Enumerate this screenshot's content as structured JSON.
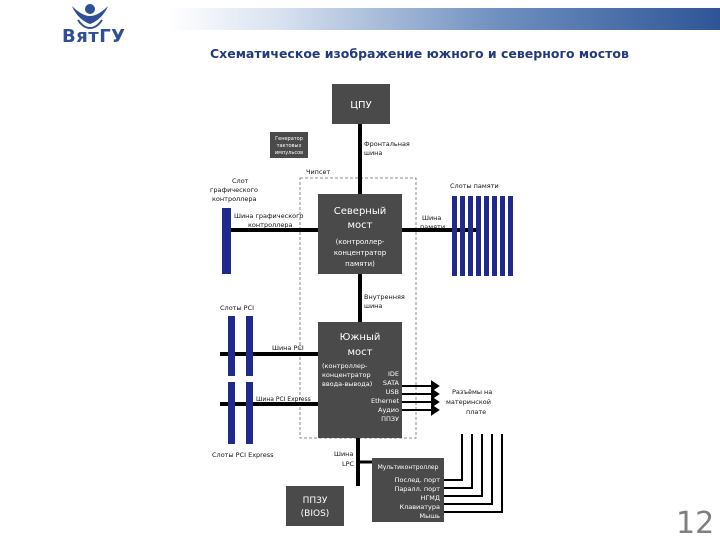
{
  "header": {
    "logo_text": "ВятГУ",
    "title": "Схематическое изображение южного и северного мостов"
  },
  "slide_number": "12",
  "diagram": {
    "cpu": "ЦПУ",
    "clock_generator": [
      "Генератор",
      "тактовых",
      "импульсов"
    ],
    "front_bus": [
      "Фронтальная",
      "шина"
    ],
    "chipset": "Чипсет",
    "gpu_slot": [
      "Слот",
      "графического",
      "контроллера"
    ],
    "gpu_bus": [
      "Шина графического",
      "контроллера"
    ],
    "memory_slots": "Слоты памяти",
    "memory_bus": [
      "Шина",
      "памяти"
    ],
    "north_bridge_title": [
      "Северный",
      "мост"
    ],
    "north_bridge_sub": [
      "(контроллер-",
      "концентратор",
      "памяти)"
    ],
    "internal_bus": [
      "Внутренняя",
      "шина"
    ],
    "pci_slots": "Слоты PCI",
    "pci_bus": "Шина PCI",
    "pcie_bus": "Шина PCI Express",
    "pcie_slots": "Слоты PCI Express",
    "south_bridge_title": [
      "Южный",
      "мост"
    ],
    "south_bridge_sub": [
      "(контроллер-",
      "концентратор",
      "ввода-вывода)"
    ],
    "south_ports": [
      "IDE",
      "SATA",
      "USB",
      "Ethernet",
      "Аудио",
      "ППЗУ"
    ],
    "board_connectors": [
      "Разъёмы на",
      "материнской",
      "плате"
    ],
    "lpc_bus": [
      "Шина",
      "LPC"
    ],
    "superio_title": "Мультиконтроллер",
    "superio_items": [
      "Послед. порт",
      "Паралл. порт",
      "НГМД",
      "Клавиатура",
      "Мышь"
    ],
    "bios": [
      "ППЗУ",
      "(BIOS)"
    ]
  },
  "colors": {
    "brand_blue": "#2f4f96",
    "box_dark": "#4a4a4a",
    "slot_blue": "#1f2a8c",
    "bus_black": "#000000"
  }
}
